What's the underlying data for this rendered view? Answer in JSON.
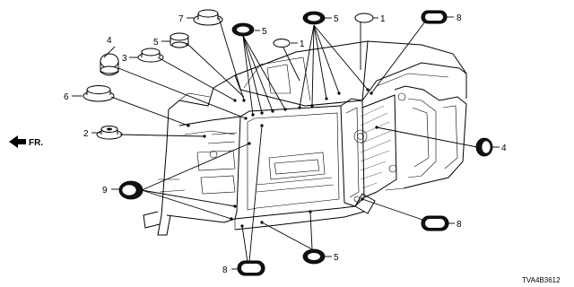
{
  "diagram": {
    "direction_label": "FR.",
    "drawing_code": "TVA4B3612",
    "callouts": [
      "7",
      "5",
      "5",
      "1",
      "8",
      "4",
      "5",
      "1",
      "3",
      "6",
      "2",
      "9",
      "4",
      "8",
      "5",
      "8"
    ]
  }
}
